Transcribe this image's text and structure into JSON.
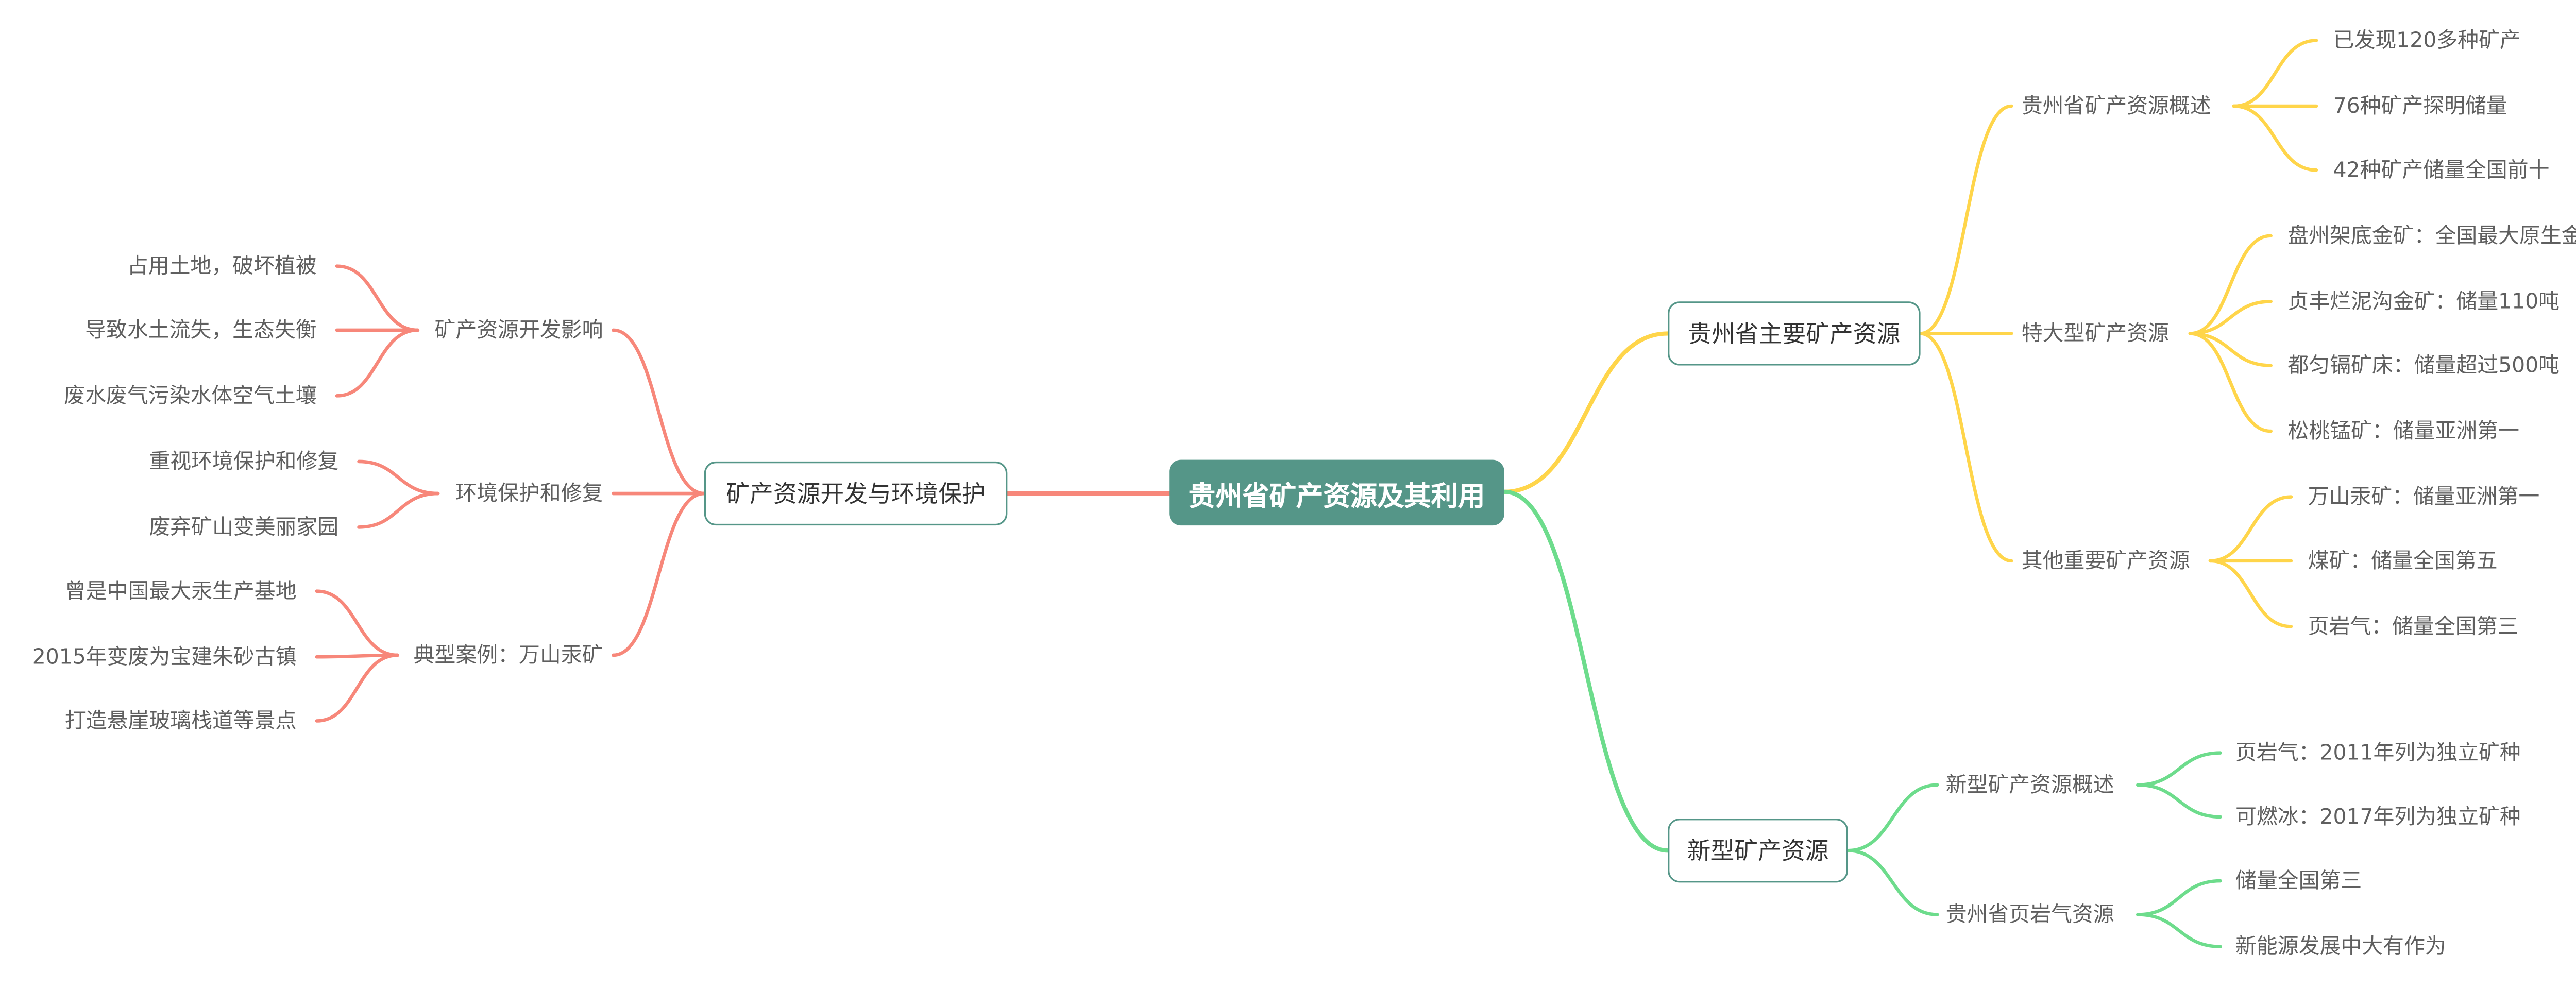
{
  "title": "贵州省矿产资源及其利用",
  "colors": {
    "root": "#559688",
    "left": "#f7877a",
    "right_top": "#ffd54a",
    "right_bottom": "#6ddc8c",
    "text": "#5f5f5f"
  },
  "left": {
    "label": "矿产资源开发与环境保护",
    "children": [
      {
        "label": "矿产资源开发影响",
        "children": [
          "占用土地，破坏植被",
          "导致水土流失，生态失衡",
          "废水废气污染水体空气土壤"
        ]
      },
      {
        "label": "环境保护和修复",
        "children": [
          "重视环境保护和修复",
          "废弃矿山变美丽家园"
        ]
      },
      {
        "label": "典型案例：万山汞矿",
        "children": [
          "曾是中国最大汞生产基地",
          "2015年变废为宝建朱砂古镇",
          "打造悬崖玻璃栈道等景点"
        ]
      }
    ]
  },
  "right_top": {
    "label": "贵州省主要矿产资源",
    "children": [
      {
        "label": "贵州省矿产资源概述",
        "children": [
          "已发现120多种矿产",
          "76种矿产探明储量",
          "42种矿产储量全国前十"
        ]
      },
      {
        "label": "特大型矿产资源",
        "children": [
          "盘州架底金矿：全国最大原生金矿",
          "贞丰烂泥沟金矿：储量110吨",
          "都匀镉矿床：储量超过500吨",
          "松桃锰矿：储量亚洲第一"
        ]
      },
      {
        "label": "其他重要矿产资源",
        "children": [
          "万山汞矿：储量亚洲第一",
          "煤矿：储量全国第五",
          "页岩气：储量全国第三"
        ]
      }
    ]
  },
  "right_bottom": {
    "label": "新型矿产资源",
    "children": [
      {
        "label": "新型矿产资源概述",
        "children": [
          "页岩气：2011年列为独立矿种",
          "可燃冰：2017年列为独立矿种"
        ]
      },
      {
        "label": "贵州省页岩气资源",
        "children": [
          "储量全国第三",
          "新能源发展中大有作为"
        ]
      }
    ]
  }
}
